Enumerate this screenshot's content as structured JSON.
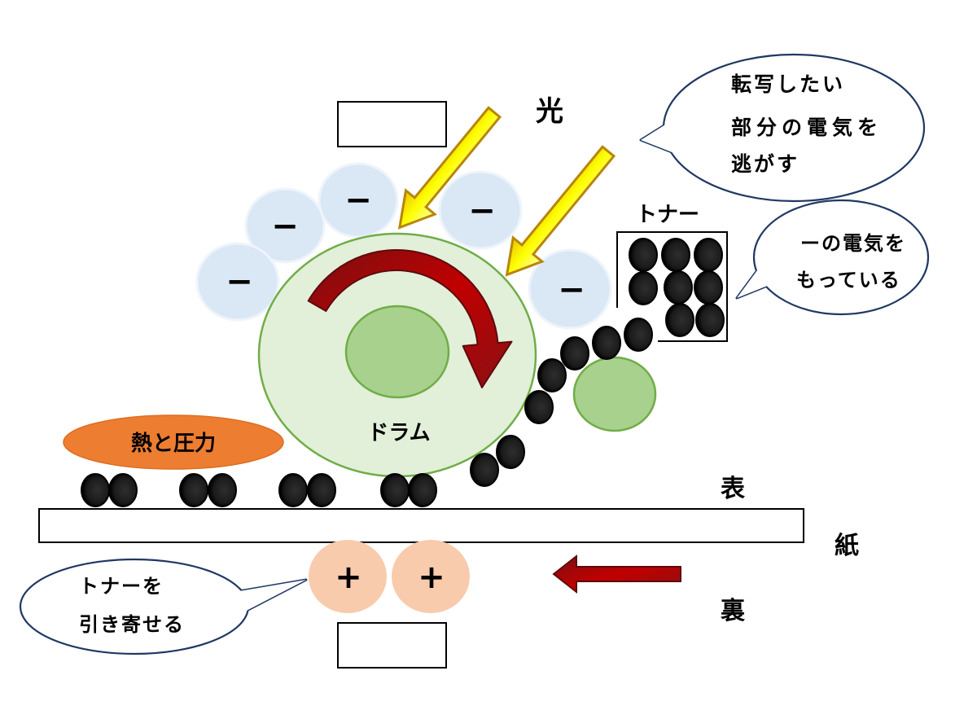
{
  "labels": {
    "light": "光",
    "toner": "トナー",
    "drum": "ドラム",
    "heat_pressure": "熱と圧力",
    "front": "表",
    "paper": "紙",
    "back": "裏",
    "minus": "−",
    "plus": "+"
  },
  "bubbles": {
    "discharge": [
      "転写したい",
      "部分の電気を",
      "逃がす"
    ],
    "toner_charge": [
      "ーの電気を",
      "もっている"
    ],
    "attract": [
      "トナーを",
      "引き寄せる"
    ]
  },
  "colors": {
    "drum_fill": "#e2efd9",
    "drum_core": "#a9d18e",
    "developer_roller": "#a9d18e",
    "charge_negative": "#dae7f4",
    "charge_positive": "#f8cbad",
    "heat": "#ed7d31",
    "light_arrow": "#ffff00",
    "rotation_arrow": "#c00000"
  }
}
